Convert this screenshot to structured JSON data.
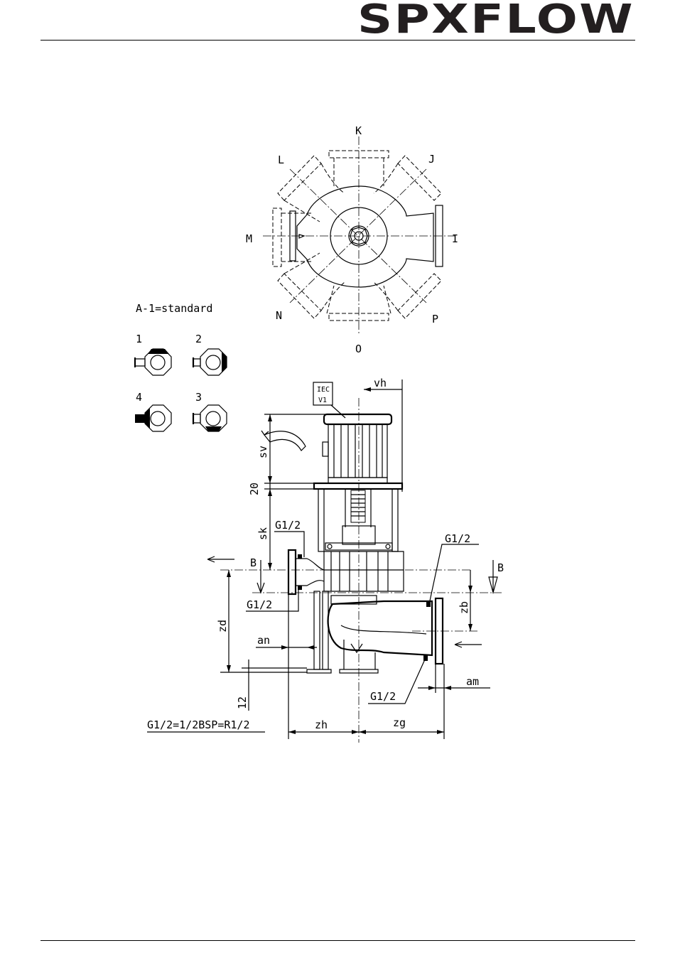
{
  "brand": {
    "name": "SPXFLOW",
    "color": "#231f20"
  },
  "top_view": {
    "labels": [
      "K",
      "J",
      "I",
      "P",
      "O",
      "N",
      "M",
      "L"
    ]
  },
  "legend": {
    "title": "A-1=standard",
    "positions": [
      "1",
      "2",
      "4",
      "3"
    ],
    "note": "G1/2=1/2BSP=R1/2"
  },
  "side_view": {
    "motor_tag_line1": "IEC",
    "motor_tag_line2": "V1",
    "dims": {
      "vh": "vh",
      "sv": "sv",
      "d20": "20",
      "sk": "sk",
      "zd": "zd",
      "d12": "12",
      "an": "an",
      "zh": "zh",
      "zg": "zg",
      "zb": "zb",
      "am": "am"
    },
    "section": "B",
    "gauge": "G1/2"
  }
}
